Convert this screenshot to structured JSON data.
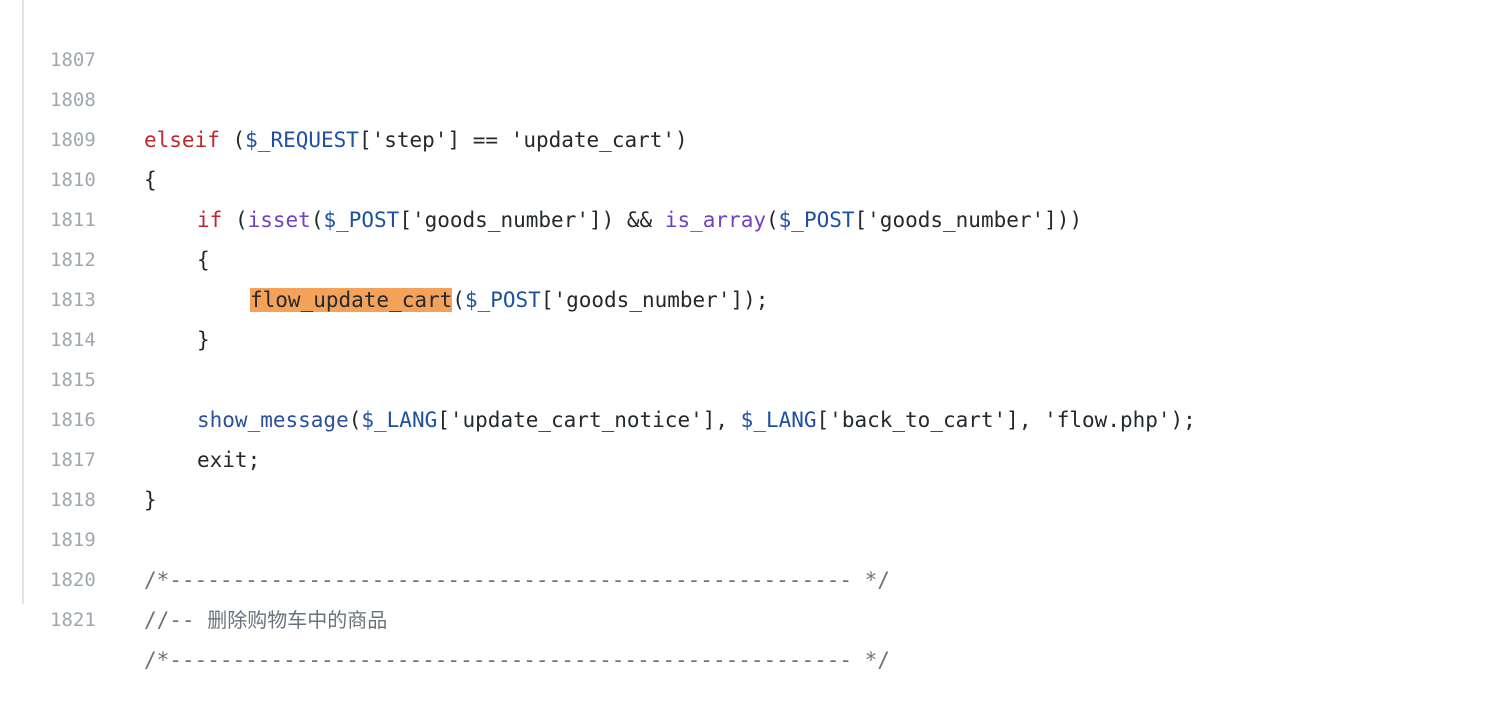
{
  "lines": [
    {
      "n": "1807"
    },
    {
      "n": "1808",
      "t": {
        "a": "elseif",
        "b": " (",
        "c": "$_REQUEST",
        "d": "['step'] == 'update_cart')"
      }
    },
    {
      "n": "1809",
      "t": {
        "a": "{"
      }
    },
    {
      "n": "1810",
      "t": {
        "a": "if",
        "b": " (",
        "c": "isset",
        "d": "(",
        "e": "$_POST",
        "f": "['goods_number']) && ",
        "g": "is_array",
        "h": "(",
        "i": "$_POST",
        "j": "['goods_number']))"
      }
    },
    {
      "n": "1811",
      "t": {
        "a": "{"
      }
    },
    {
      "n": "1812",
      "t": {
        "a": "flow_update_cart",
        "b": "(",
        "c": "$_POST",
        "d": "['goods_number']);"
      }
    },
    {
      "n": "1813",
      "t": {
        "a": "}"
      }
    },
    {
      "n": "1814"
    },
    {
      "n": "1815",
      "t": {
        "a": "show_message",
        "b": "(",
        "c": "$_LANG",
        "d": "['update_cart_notice'], ",
        "e": "$_LANG",
        "f": "['back_to_cart'], 'flow.php');"
      }
    },
    {
      "n": "1816",
      "t": {
        "a": "exit;"
      }
    },
    {
      "n": "1817",
      "t": {
        "a": "}"
      }
    },
    {
      "n": "1818"
    },
    {
      "n": "1819",
      "t": {
        "a": "/*------------------------------------------------------ */"
      }
    },
    {
      "n": "1820",
      "t": {
        "a": "//-- ",
        "b": "删除购物车中的商品"
      }
    },
    {
      "n": "1821",
      "t": {
        "a": "/*------------------------------------------------------ */"
      }
    }
  ]
}
